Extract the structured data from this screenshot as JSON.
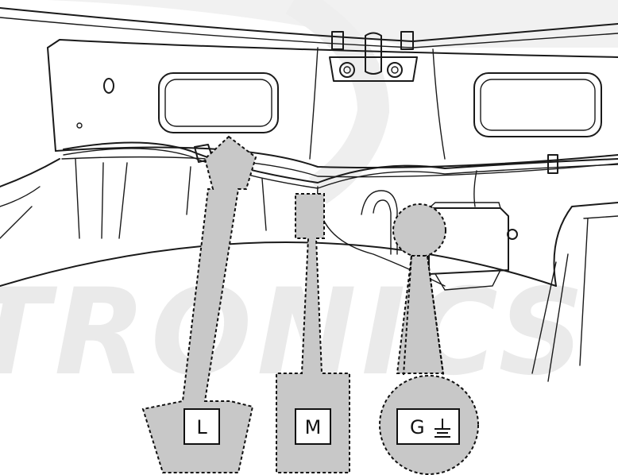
{
  "watermark": "TRONICS",
  "labels": {
    "l": "L",
    "m": "M",
    "g": "G"
  },
  "icons": {
    "ground": "ground-symbol-icon"
  },
  "colors": {
    "callout_fill": "#c8c8c8",
    "line": "#1a1a1a",
    "background": "#ffffff"
  }
}
